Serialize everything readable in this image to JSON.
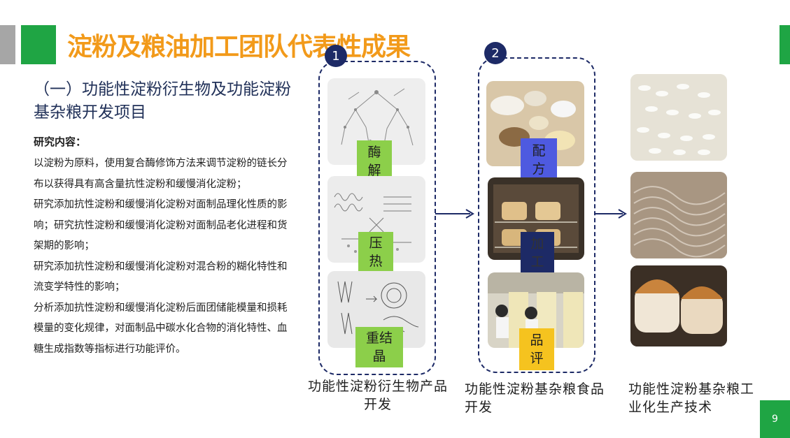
{
  "header": {
    "title": "淀粉及粮油加工团队代表性成果"
  },
  "left": {
    "subtitle": "（一）功能性淀粉衍生物及功能淀粉基杂粮开发项目",
    "content_label": "研究内容：",
    "paragraphs": [
      "以淀粉为原料，使用复合酶修饰方法来调节淀粉的链长分布以获得具有高含量抗性淀粉和缓慢消化淀粉；",
      "研究添加抗性淀粉和缓慢消化淀粉对面制品理化性质的影响；研究抗性淀粉和缓慢消化淀粉对面制品老化进程和货架期的影响；",
      "研究添加抗性淀粉和缓慢消化淀粉对混合粉的糊化特性和流变学特性的影响；",
      "分析添加抗性淀粉和缓慢消化淀粉后面团储能模量和损耗模量的变化规律，对面制品中碳水化合物的消化特性、血糖生成指数等指标进行功能评价。"
    ]
  },
  "group1": {
    "number": "1",
    "tags": [
      "酶解",
      "压热",
      "重结晶"
    ],
    "caption": "功能性淀粉衍生物产品开发"
  },
  "group2": {
    "number": "2",
    "tags": [
      "配方",
      "加工",
      "品评"
    ],
    "caption": "功能性淀粉基杂粮食品开发"
  },
  "group3": {
    "caption": "功能性淀粉基杂粮工业化生产技术"
  },
  "page_number": "9"
}
